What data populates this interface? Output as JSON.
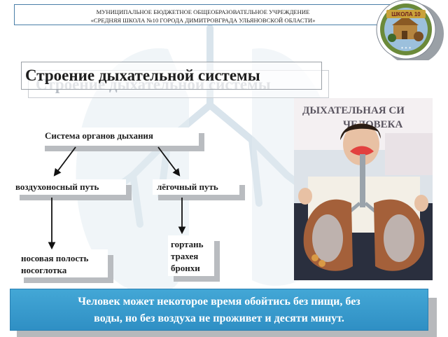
{
  "header": {
    "line1": "МУНИЦИПАЛЬНОЕ БЮДЖЕТНОЕ ОБЩЕОБРАЗОВАТЕЛЬНОЕ УЧРЕЖДЕНИЕ",
    "line2": "«СРЕДНЯЯ ШКОЛА №10 ГОРОДА ДИМИТРОВГРАДА УЛЬЯНОВСКОЙ ОБЛАСТИ»"
  },
  "logo": {
    "text": "ШКОЛА 10"
  },
  "title": "Строение дыхательной системы",
  "diagram": {
    "root": "Система органов дыхания",
    "left_branch": "воздухоносный путь",
    "right_branch": "лёгочный путь",
    "left_items": [
      "носовая полость",
      "носоглотка"
    ],
    "right_items": [
      "гортань",
      "трахея",
      "бронхи"
    ]
  },
  "photo": {
    "caption_line1": "ДЫХАТЕЛЬНАЯ СИ",
    "caption_line2": "ЧЕЛОВЕКА"
  },
  "footer": {
    "line1": "Человек может некоторое время обойтись без пищи, без",
    "line2": "воды, но без воздуха не проживет и десяти минут."
  },
  "colors": {
    "banner": "#3a9fd0",
    "header_border": "#4a7fa8",
    "shadow": "#b9bcc0"
  }
}
